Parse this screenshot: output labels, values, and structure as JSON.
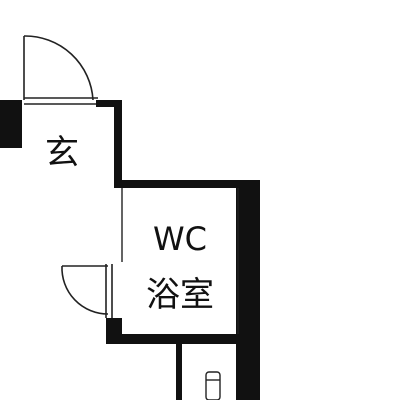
{
  "floor_plan": {
    "rooms": {
      "entrance": {
        "label": "玄"
      },
      "bath": {
        "label_top": "WC",
        "label_bottom": "浴室"
      }
    },
    "colors": {
      "wall": "#111111",
      "line": "#222222",
      "background": "#ffffff"
    }
  }
}
